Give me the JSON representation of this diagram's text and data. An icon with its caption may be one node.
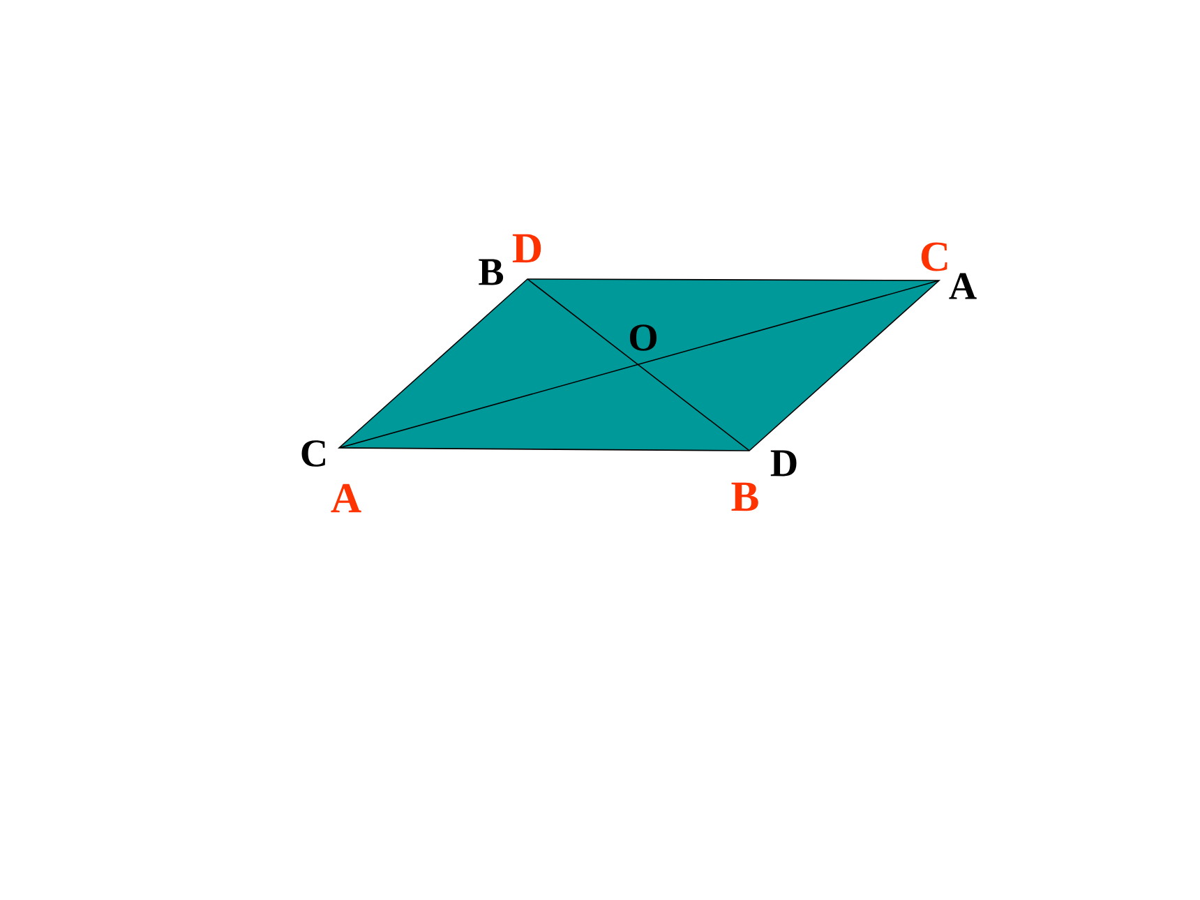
{
  "diagram": {
    "labels": [
      "B",
      "D",
      "C",
      "A",
      "O",
      "C",
      "A",
      "D",
      "B"
    ]
  }
}
